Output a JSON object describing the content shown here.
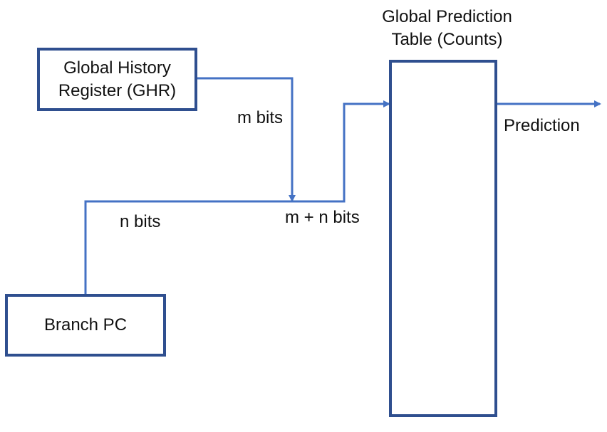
{
  "diagram": {
    "ghr_box": {
      "line1": "Global History",
      "line2": "Register (GHR)"
    },
    "branch_pc_box": {
      "label": "Branch PC"
    },
    "prediction_table": {
      "title_line1": "Global Prediction",
      "title_line2": "Table (Counts)"
    },
    "labels": {
      "m_bits": "m bits",
      "n_bits": "n bits",
      "m_plus_n_bits": "m + n bits",
      "prediction": "Prediction"
    }
  },
  "colors": {
    "box_border": "#2f4f8f",
    "arrow": "#4472c4",
    "text": "#111111",
    "background": "#ffffff"
  }
}
